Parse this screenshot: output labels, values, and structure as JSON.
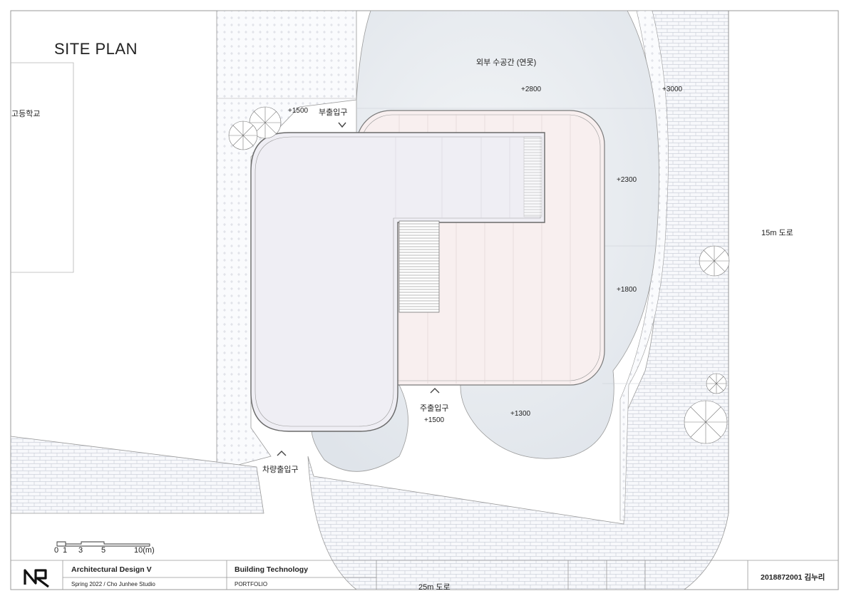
{
  "title": "SITE PLAN",
  "labels": {
    "high_school": "고등학교",
    "pond": "외부 수공간 (연못)",
    "sub_entrance": "부출입구",
    "main_entrance": "주출입구",
    "vehicle_entrance": "차량출입구",
    "road_15m": "15m 도로",
    "road_25m": "25m 도로"
  },
  "levels": {
    "l1500_top": "+1500",
    "l2800": "+2800",
    "l3000": "+3000",
    "l2300": "+2300",
    "l1800": "+1800",
    "l1300": "+1300",
    "l1500_main": "+1500"
  },
  "scale_bar": {
    "ticks": [
      "0",
      "1",
      "3",
      "5",
      "10(m)"
    ]
  },
  "title_block": {
    "course": "Architectural Design V",
    "term_studio": "Spring 2022  /  Cho Junhee Studio",
    "subject": "Building Technology",
    "doc_type": "PORTFOLIO",
    "student": "2018872001 김누리"
  },
  "colors": {
    "line": "#9a9a9a",
    "paving_fill": "#f6f7fa",
    "pond_fill": "#e7ebef",
    "building_fill": "#efeef4",
    "deck_fill": "#f8efef"
  },
  "icons": {
    "logo": "nr-logo-icon",
    "entrance_marker": "chevron-up-icon",
    "sub_entrance_marker": "chevron-down-icon",
    "tree": "tree-icon"
  }
}
